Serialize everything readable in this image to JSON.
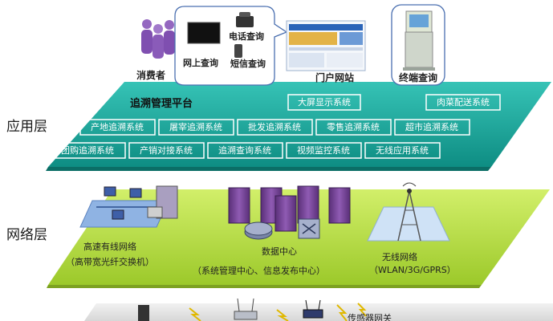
{
  "layers": {
    "application": "应用层",
    "network": "网络层",
    "bottom_gateway": "传感器网关"
  },
  "consumer": {
    "label": "消费者",
    "channels": [
      "电话查询",
      "网上查询",
      "短信查询"
    ]
  },
  "portal_label": "门户网站",
  "terminal_label": "终端查询",
  "platform_title": "追溯管理平台",
  "app_systems": [
    "大屏显示系统",
    "肉菜配送系统",
    "产地追溯系统",
    "屠宰追溯系统",
    "批发追溯系统",
    "零售追溯系统",
    "超市追溯系统",
    "团购追溯系统",
    "产销对接系统",
    "追溯查询系统",
    "视频监控系统",
    "无线应用系统"
  ],
  "network": {
    "wired_title": "高速有线网络",
    "wired_sub": "（高带宽光纤交换机）",
    "dc_title": "数据中心",
    "dc_sub": "（系统管理中心、信息发布中心）",
    "wireless_title": "无线网络",
    "wireless_sub": "（WLAN/3G/GPRS）"
  },
  "colors": {
    "teal": "#1aa59a",
    "green": "#b5dc3c",
    "box_border": "#ffffff"
  }
}
